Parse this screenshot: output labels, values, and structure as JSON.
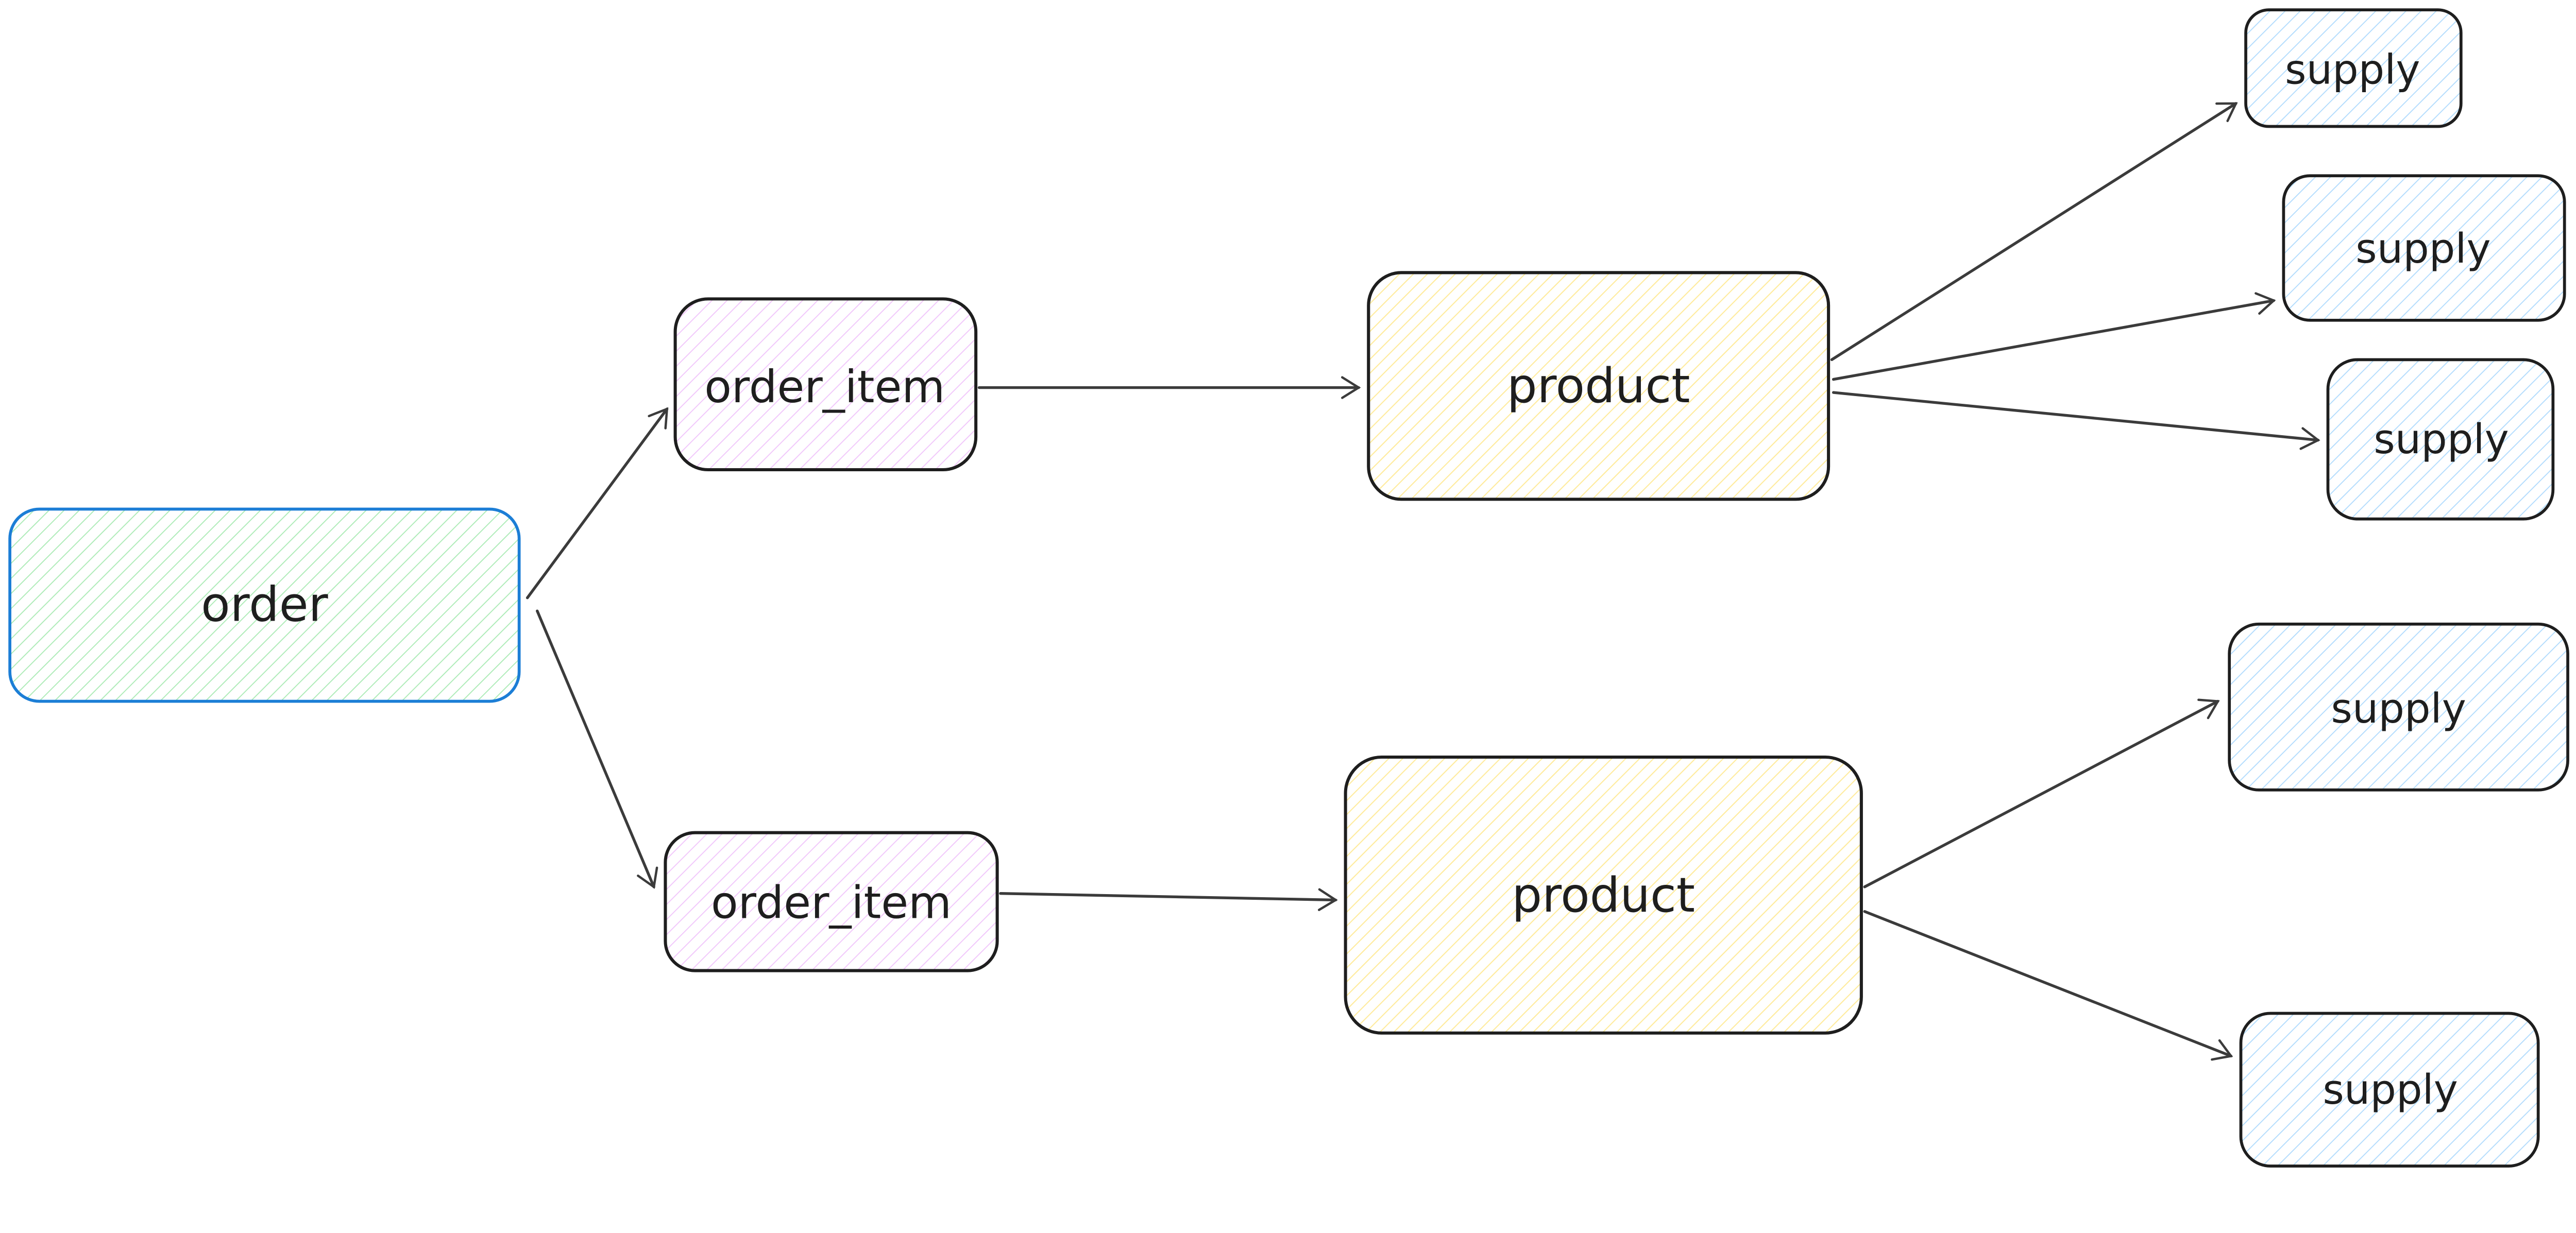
{
  "diagram": {
    "background_color": "#ffffff",
    "stroke_color": "#1e1e1e",
    "arrow_color": "#3b3b3b",
    "nodes": [
      {
        "id": "order",
        "label": "order",
        "fill_hatch": "#69db7c",
        "border": "#1c7ed6"
      },
      {
        "id": "order_item_1",
        "label": "order_item",
        "fill_hatch": "#e599f7",
        "border": "#1e1e1e"
      },
      {
        "id": "order_item_2",
        "label": "order_item",
        "fill_hatch": "#e599f7",
        "border": "#1e1e1e"
      },
      {
        "id": "product_1",
        "label": "product",
        "fill_hatch": "#ffe066",
        "border": "#1e1e1e"
      },
      {
        "id": "product_2",
        "label": "product",
        "fill_hatch": "#ffe066",
        "border": "#1e1e1e"
      },
      {
        "id": "supply_1",
        "label": "supply",
        "fill_hatch": "#74c0fc",
        "border": "#1e1e1e"
      },
      {
        "id": "supply_2",
        "label": "supply",
        "fill_hatch": "#74c0fc",
        "border": "#1e1e1e"
      },
      {
        "id": "supply_3",
        "label": "supply",
        "fill_hatch": "#74c0fc",
        "border": "#1e1e1e"
      },
      {
        "id": "supply_4",
        "label": "supply",
        "fill_hatch": "#74c0fc",
        "border": "#1e1e1e"
      },
      {
        "id": "supply_5",
        "label": "supply",
        "fill_hatch": "#74c0fc",
        "border": "#1e1e1e"
      }
    ],
    "edges": [
      {
        "from": "order",
        "to": "order_item_1"
      },
      {
        "from": "order",
        "to": "order_item_2"
      },
      {
        "from": "order_item_1",
        "to": "product_1"
      },
      {
        "from": "order_item_2",
        "to": "product_2"
      },
      {
        "from": "product_1",
        "to": "supply_1"
      },
      {
        "from": "product_1",
        "to": "supply_2"
      },
      {
        "from": "product_1",
        "to": "supply_3"
      },
      {
        "from": "product_2",
        "to": "supply_4"
      },
      {
        "from": "product_2",
        "to": "supply_5"
      }
    ]
  }
}
